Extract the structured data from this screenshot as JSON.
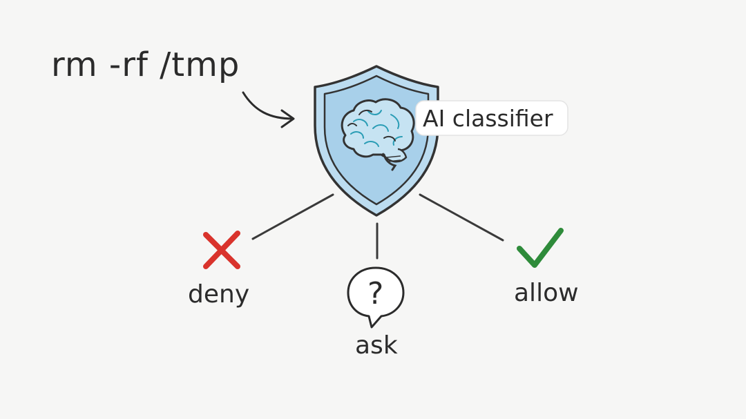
{
  "command": {
    "text": "rm -rf /tmp"
  },
  "classifier": {
    "label": "AI classifier",
    "icon": "brain-shield-icon"
  },
  "outcomes": {
    "deny": {
      "label": "deny",
      "icon": "cross-icon",
      "color": "#d9332c"
    },
    "ask": {
      "label": "ask",
      "icon": "question-bubble-icon",
      "glyph": "?"
    },
    "allow": {
      "label": "allow",
      "icon": "check-icon",
      "color": "#2e8b3a"
    }
  },
  "colors": {
    "shield_fill": "#bcdcf0",
    "shield_inner": "#a8d0ea",
    "stroke": "#333333",
    "brain_accent": "#2a9db5"
  }
}
